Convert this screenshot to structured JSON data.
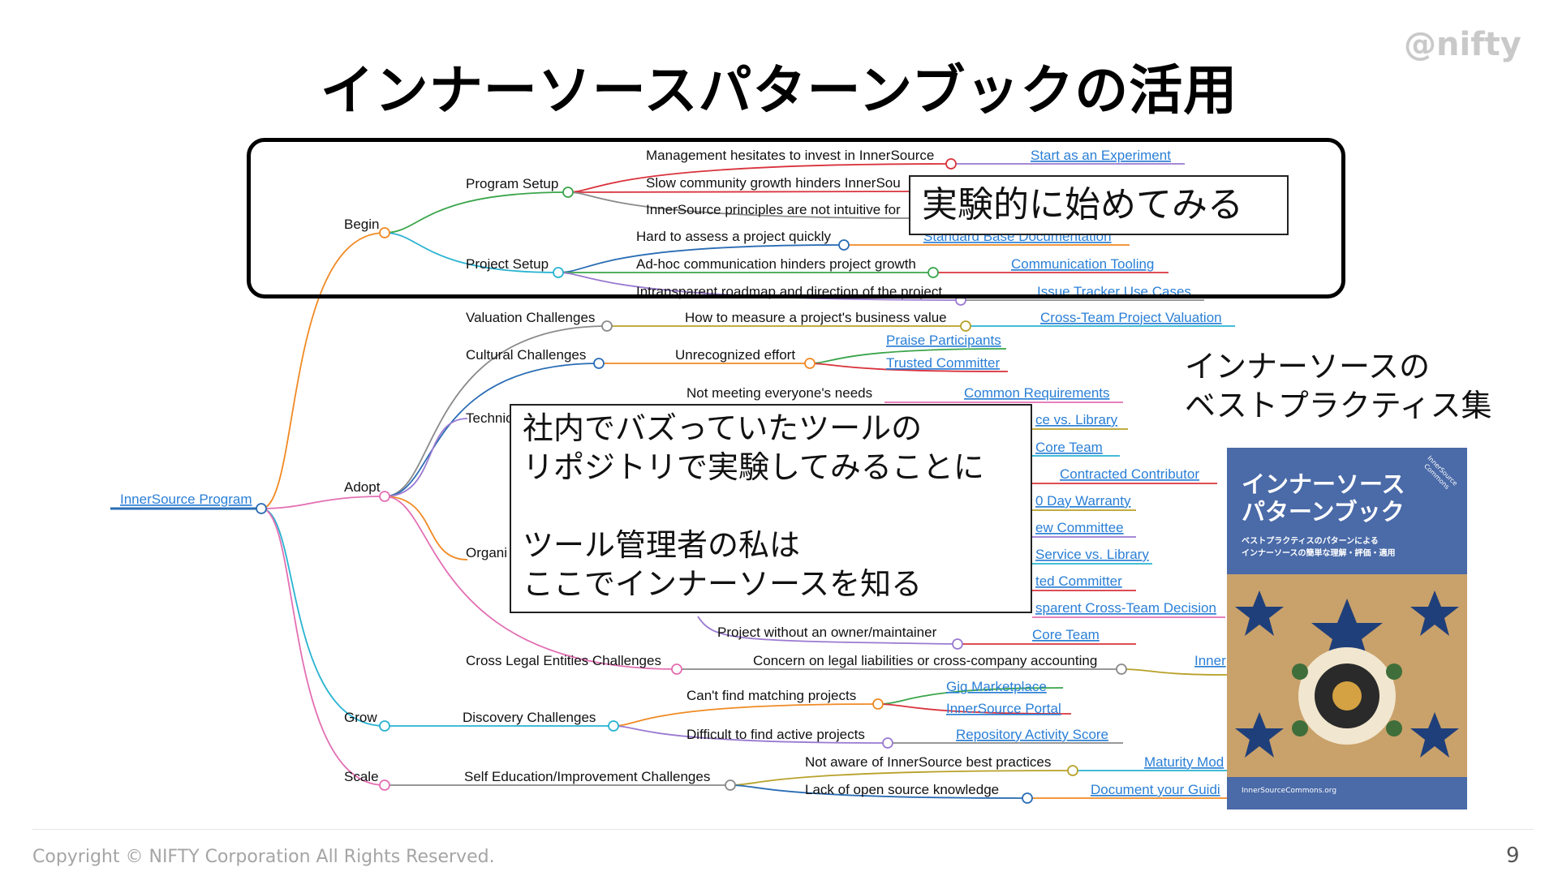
{
  "slide": {
    "title": "インナーソースパターンブックの活用",
    "logo": "@nifty",
    "copyright": "Copyright © NIFTY Corporation All Rights Reserved.",
    "page_number": "9"
  },
  "callouts": {
    "experiment": "実験的に始めてみる",
    "story": "社内でバズっていたツールの\nリポジトリで実験してみることに\n\nツール管理者の私は\nここでインナーソースを知る",
    "best_practices": "インナーソースの\nベストプラクティス集"
  },
  "book": {
    "title": "インナーソース\nパターンブック",
    "subtitle": "ベストプラクティスのパターンによる\nインナーソースの簡単な理解・評価・適用",
    "badge": "InnerSource Commons",
    "footer": "InnerSourceCommons.org"
  },
  "mindmap": {
    "root": "InnerSource Program",
    "stages": {
      "begin": "Begin",
      "adopt": "Adopt",
      "grow": "Grow",
      "scale": "Scale"
    },
    "categories": {
      "program_setup": "Program Setup",
      "project_setup": "Project Setup",
      "valuation": "Valuation Challenges",
      "cultural": "Cultural Challenges",
      "technical": "Technic",
      "organizational": "Organi",
      "legal": "Cross Legal Entities Challenges",
      "discovery": "Discovery Challenges",
      "self_education": "Self Education/Improvement Challenges"
    },
    "problems": {
      "management": "Management hesitates to invest in InnerSource",
      "slow_growth": "Slow community growth hinders InnerSou",
      "principles": "InnerSource principles are not intuitive for",
      "hard_assess": "Hard to assess a project quickly",
      "adhoc": "Ad-hoc communication hinders project growth",
      "roadmap": "Intransparent roadmap and direction of the project",
      "measure": "How to measure a project's business value",
      "unrecognized": "Unrecognized effort",
      "needs": "Not meeting everyone's needs",
      "no_owner": "Project without an owner/maintainer",
      "legal_concern": "Concern on legal liabilities or cross-company accounting",
      "cant_find": "Can't find matching projects",
      "difficult_find": "Difficult to find active projects",
      "not_aware": "Not aware of InnerSource best practices",
      "lack_knowledge": "Lack of open source knowledge"
    },
    "patterns": {
      "start_experiment": "Start as an Experiment",
      "base_docs": "Standard Base Documentation",
      "comm_tooling": "Communication Tooling",
      "issue_tracker": "Issue Tracker Use Cases",
      "valuation": "Cross-Team Project Valuation",
      "praise": "Praise Participants",
      "trusted": "Trusted Committer",
      "common_req": "Common Requirements",
      "service_lib_1": "ce vs. Library",
      "core_team_1": "Core Team",
      "contracted": "Contracted Contributor",
      "warranty": "0 Day Warranty",
      "review_committee": "ew Committee",
      "service_lib_2": "Service vs. Library",
      "trusted_2": "ted Committer",
      "transparent": "sparent Cross-Team Decision",
      "core_team_2": "Core Team",
      "inner": "Inner",
      "gig": "Gig Marketplace",
      "portal": "InnerSource Portal",
      "activity": "Repository Activity Score",
      "maturity": "Maturity Mod",
      "guiding": "Document your Guidi"
    }
  }
}
